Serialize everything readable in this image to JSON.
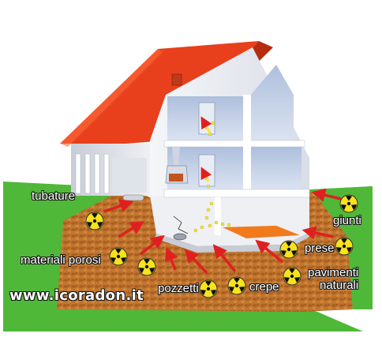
{
  "labels": {
    "tubature": "tubature",
    "giunti": "giunti",
    "materiali_porosi": "materiali porosi",
    "prese": "prese",
    "pavimenti_line1": "pavimenti",
    "pavimenti_line2": "naturali",
    "pozzetti": "pozzetti",
    "crepe": "crepe"
  },
  "website": "www.icoradon.it",
  "colors": {
    "roof": "#e8401c",
    "grass": "#4fb838",
    "soil": "#c77a2e",
    "arrow": "#e02020",
    "radiation": "#f7e21b",
    "radon_dots": "#f5e63a",
    "wall": "#ffffff",
    "interior": "#c9d6ea"
  },
  "icons": [
    "radiation-icon",
    "arrow-icon",
    "radon-gas-dots"
  ]
}
